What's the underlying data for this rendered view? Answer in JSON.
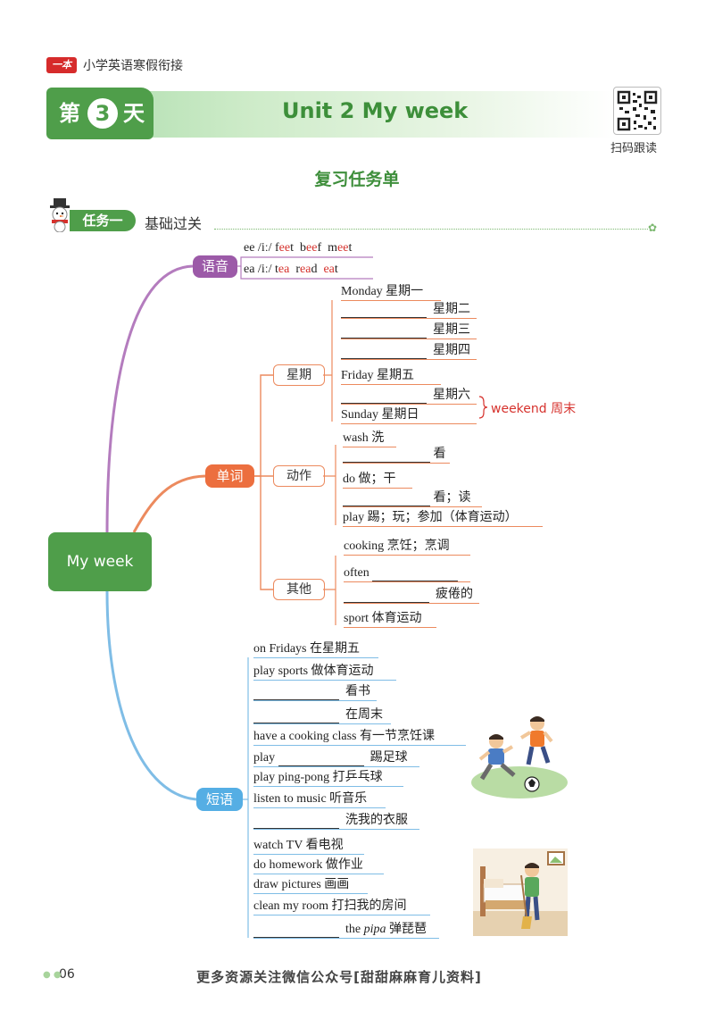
{
  "header": {
    "brand_badge": "一本",
    "series_title": "小学英语寒假衔接",
    "day_prefix": "第",
    "day_number": "3",
    "day_suffix": "天",
    "unit_title": "Unit 2 My week",
    "qr_caption": "扫码跟读"
  },
  "page_title": "复习任务单",
  "task": {
    "label": "任务一",
    "title": "基础过关"
  },
  "mindmap": {
    "center": "My week",
    "phonics": {
      "label": "语音",
      "lines": [
        {
          "pre": "ee /iː/ ",
          "words": [
            [
              "f",
              "ee",
              "t"
            ],
            [
              "b",
              "ee",
              "f"
            ],
            [
              "m",
              "ee",
              "t"
            ]
          ]
        },
        {
          "pre": "ea /iː/ ",
          "words": [
            [
              "t",
              "ea",
              ""
            ],
            [
              "r",
              "ea",
              "d"
            ],
            [
              "",
              "ea",
              "t"
            ]
          ]
        }
      ]
    },
    "words": {
      "label": "单词",
      "days": {
        "label": "星期",
        "items": [
          "Monday 星期一",
          "星期二",
          "星期三",
          "星期四",
          "Friday 星期五",
          "星期六",
          "Sunday 星期日"
        ],
        "weekend_note": "weekend 周末"
      },
      "actions": {
        "label": "动作",
        "items": [
          "wash 洗",
          "看",
          "do 做；干",
          "看；读",
          "play 踢；玩；参加（体育运动）"
        ]
      },
      "others": {
        "label": "其他",
        "items": [
          "cooking 烹饪；烹调",
          "often",
          "疲倦的",
          "sport 体育运动"
        ]
      }
    },
    "phrases": {
      "label": "短语",
      "items": [
        "on Fridays 在星期五",
        "play sports 做体育运动",
        "看书",
        "在周末",
        "have a cooking class 有一节烹饪课",
        "play",
        "踢足球",
        "play ping-pong 打乒乓球",
        "listen to music 听音乐",
        "洗我的衣服",
        "watch TV 看电视",
        "do homework 做作业",
        "draw pictures 画画",
        "clean my room 打扫我的房间",
        "the",
        "pipa",
        "弹琵琶"
      ]
    }
  },
  "footer": {
    "page_number": "06",
    "promo": "更多资源关注微信公众号[甜甜麻麻育儿资料]"
  }
}
